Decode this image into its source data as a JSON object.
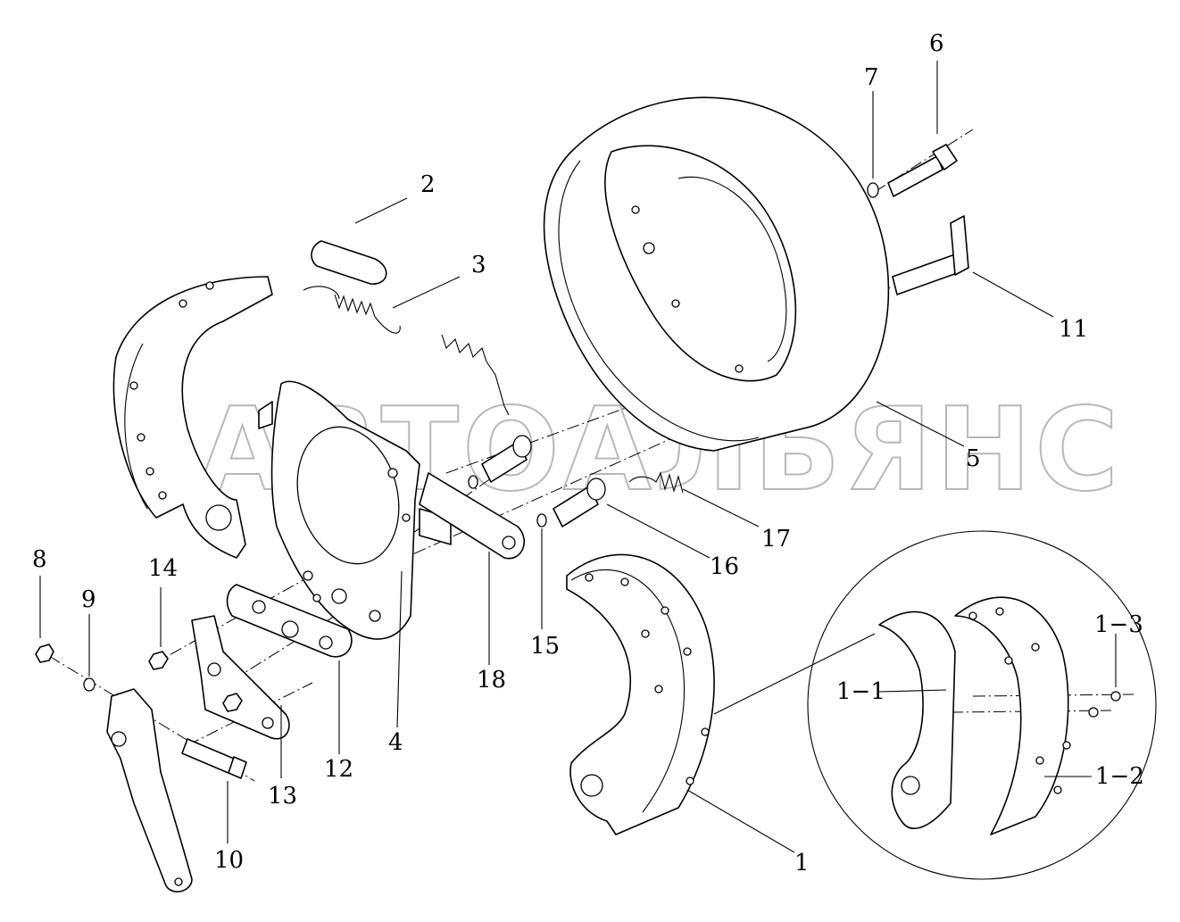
{
  "watermark": "АВТОАЛЬЯНС",
  "callouts": [
    {
      "id": "c1",
      "text": "1"
    },
    {
      "id": "c2",
      "text": "2"
    },
    {
      "id": "c3",
      "text": "3"
    },
    {
      "id": "c4",
      "text": "4"
    },
    {
      "id": "c5",
      "text": "5"
    },
    {
      "id": "c6",
      "text": "6"
    },
    {
      "id": "c7",
      "text": "7"
    },
    {
      "id": "c8",
      "text": "8"
    },
    {
      "id": "c9",
      "text": "9"
    },
    {
      "id": "c10",
      "text": "10"
    },
    {
      "id": "c11",
      "text": "11"
    },
    {
      "id": "c12",
      "text": "12"
    },
    {
      "id": "c13",
      "text": "13"
    },
    {
      "id": "c14",
      "text": "14"
    },
    {
      "id": "c15",
      "text": "15"
    },
    {
      "id": "c16",
      "text": "16"
    },
    {
      "id": "c17",
      "text": "17"
    },
    {
      "id": "c18",
      "text": "18"
    },
    {
      "id": "c1_1",
      "text": "1−1"
    },
    {
      "id": "c1_2",
      "text": "1−2"
    },
    {
      "id": "c1_3",
      "text": "1−3"
    }
  ],
  "colors": {
    "ink": "#000000",
    "paper": "#ffffff",
    "watermark": "#b8b8b8"
  }
}
